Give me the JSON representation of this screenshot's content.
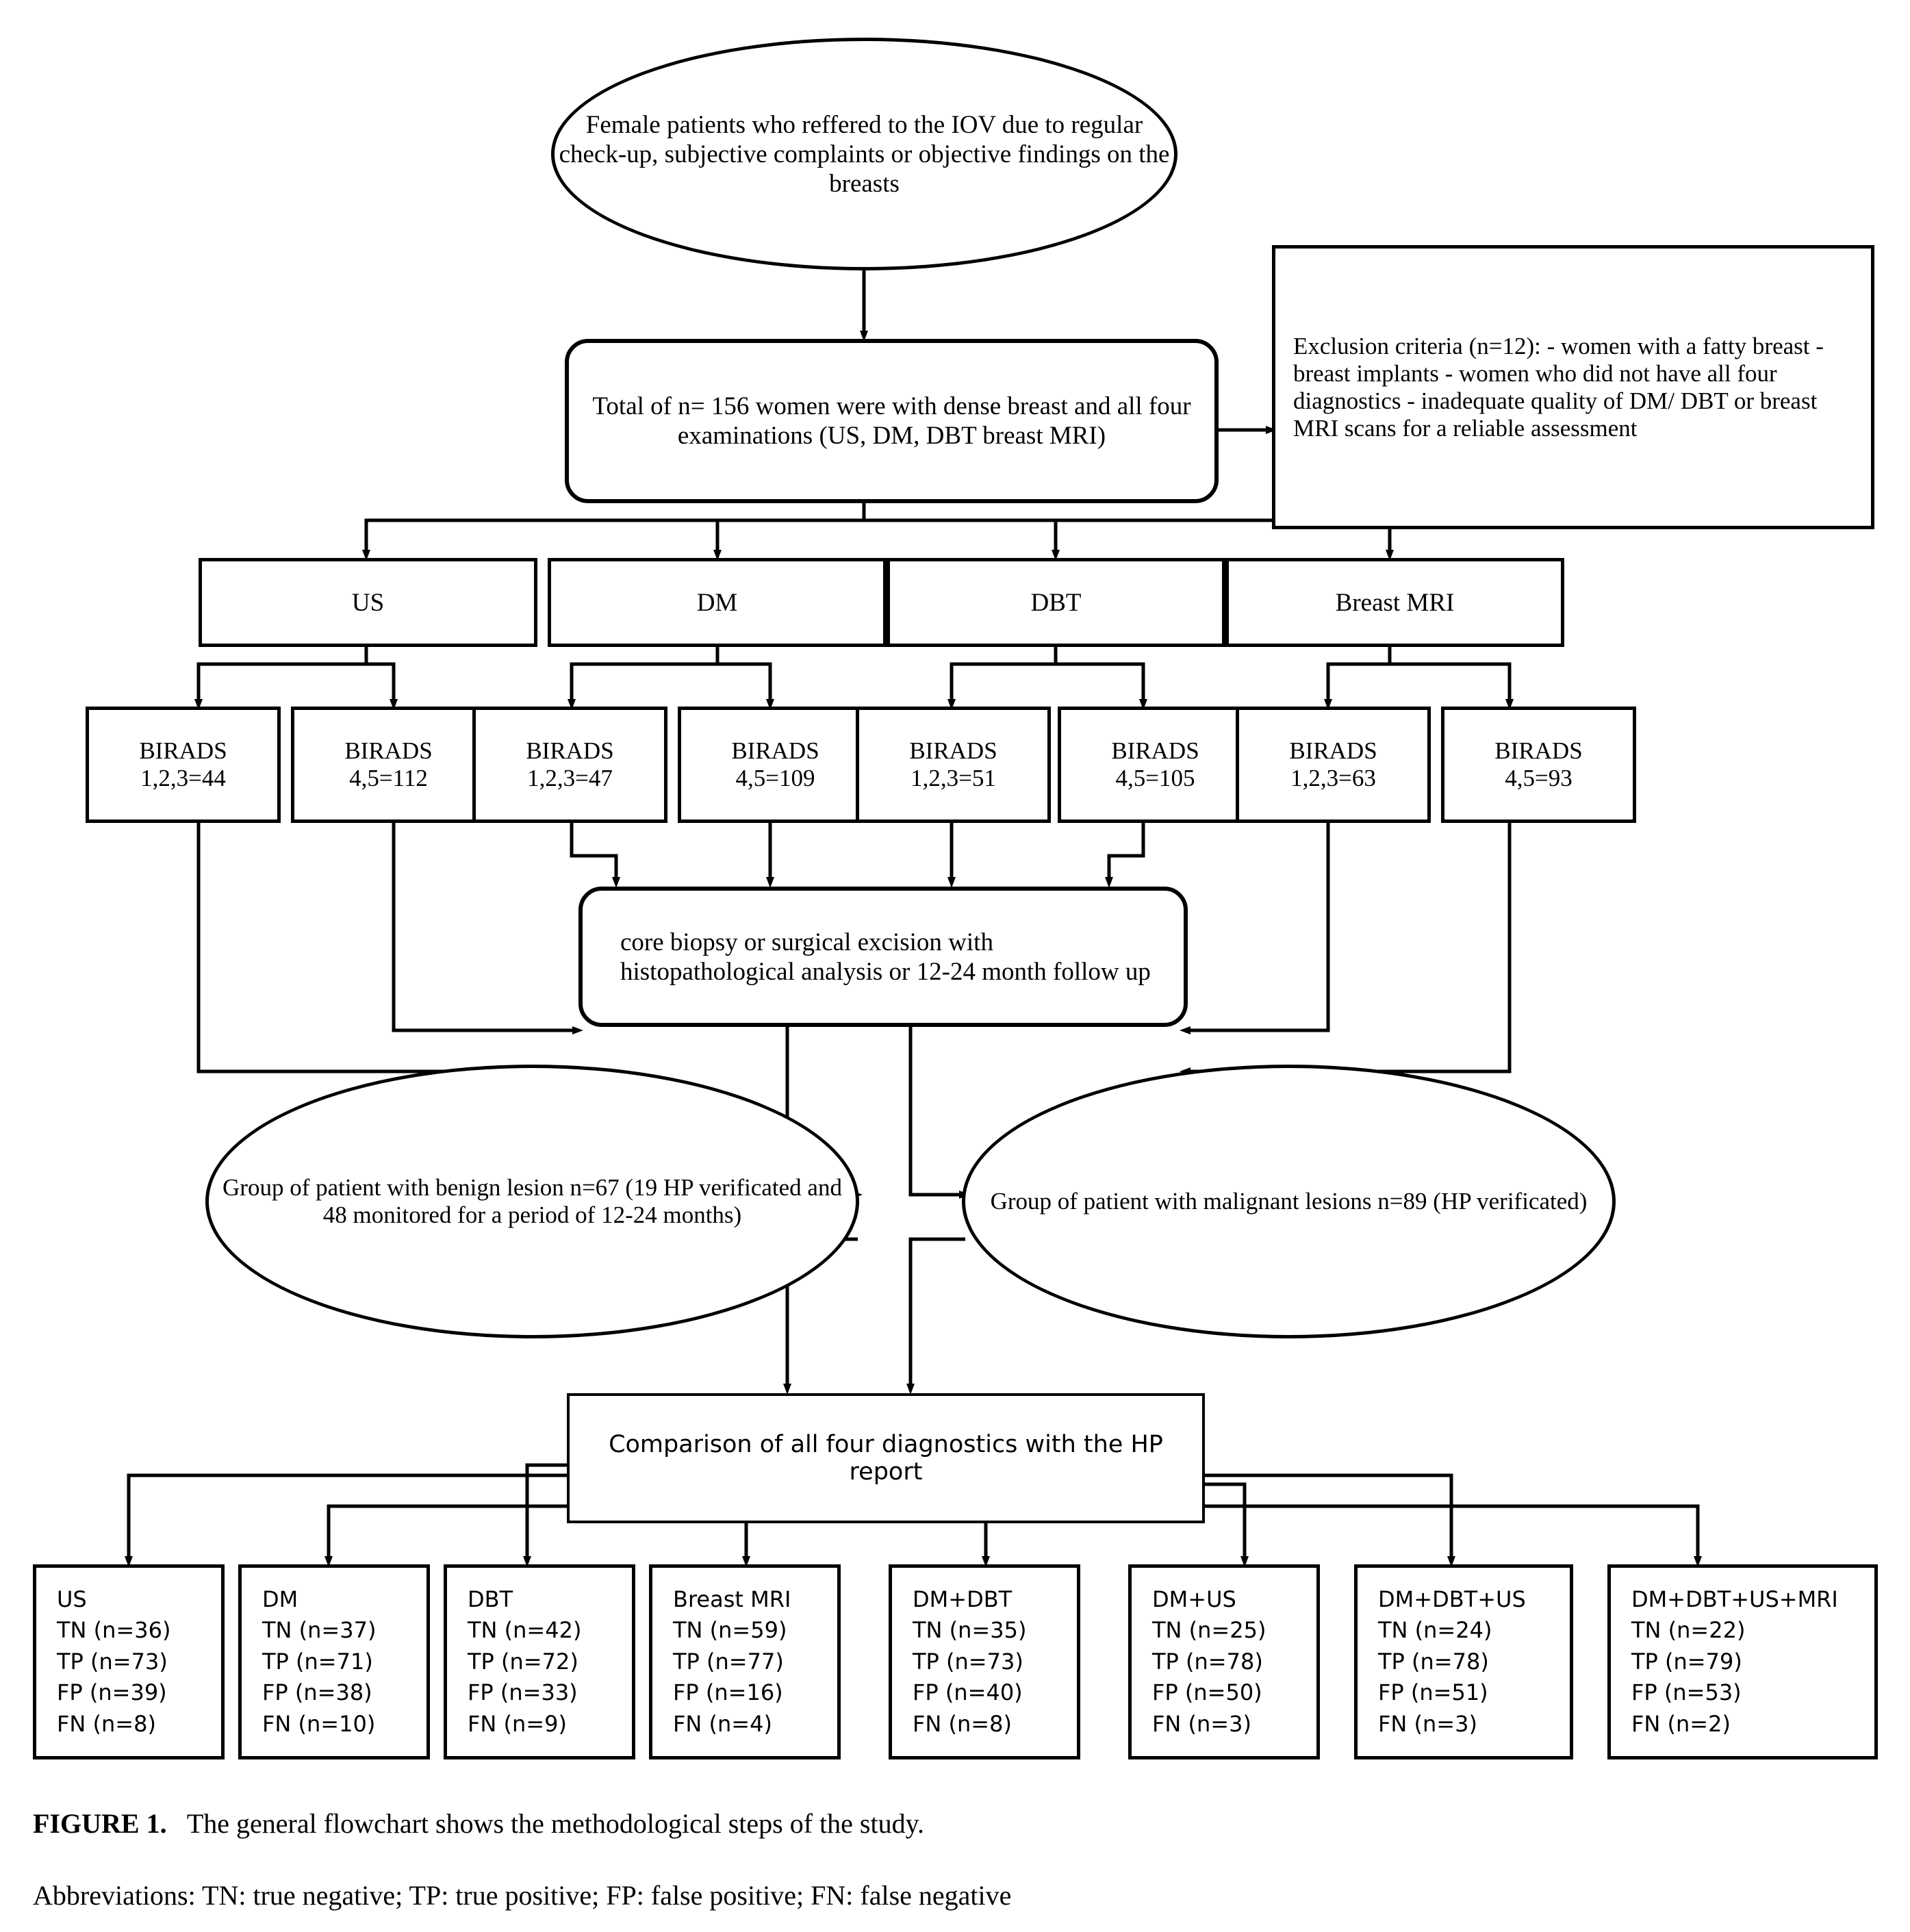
{
  "figure": {
    "caption_label": "FIGURE 1.",
    "caption_text": "The general flowchart shows the methodological steps of the study.",
    "abbreviations": "Abbreviations: TN: true negative; TP: true positive; FP: false positive; FN: false negative"
  },
  "nodes": {
    "source_population": "Female patients who reffered to\nthe IOV due to regular check-up,\nsubjective complaints or objective\nfindings on the breasts",
    "included_total": "Total of n= 156 women were with dense breast and\nall four examinations (US, DM, DBT breast MRI)",
    "exclusion": "Exclusion criteria (n=12):\n- women with a fatty breast\n- breast implants\n- women who did not have all four diagnostics\n- inadequate quality of DM/ DBT or breast MRI\n   scans for a reliable assessment",
    "reference_standard": "core biopsy or surgical excision with\nhistopathological analysis or 12-24\nmonth follow up",
    "benign_group": "Group of patient with benign lesion\nn=67 (19 HP verificated and 48\nmonitored for a period of 12-24\nmonths)",
    "malignant_group": "Group of patient with malignant lesions\nn=89 (HP verificated)",
    "comparison": "Comparison of all four diagnostics with the HP report"
  },
  "modalities": [
    {
      "label": "US"
    },
    {
      "label": "DM"
    },
    {
      "label": "DBT"
    },
    {
      "label": "Breast MRI"
    }
  ],
  "birads": [
    {
      "line1": "BIRADS",
      "line2": "1,2,3=44"
    },
    {
      "line1": "BIRADS",
      "line2": "4,5=112"
    },
    {
      "line1": "BIRADS",
      "line2": "1,2,3=47"
    },
    {
      "line1": "BIRADS",
      "line2": "4,5=109"
    },
    {
      "line1": "BIRADS",
      "line2": "1,2,3=51"
    },
    {
      "line1": "BIRADS",
      "line2": "4,5=105"
    },
    {
      "line1": "BIRADS",
      "line2": "1,2,3=63"
    },
    {
      "line1": "BIRADS",
      "line2": "4,5=93"
    }
  ],
  "results": [
    {
      "title": "US",
      "tn": "TN (n=36)",
      "tp": "TP (n=73)",
      "fp": "FP (n=39)",
      "fn": "FN (n=8)"
    },
    {
      "title": "DM",
      "tn": "TN (n=37)",
      "tp": "TP (n=71)",
      "fp": "FP (n=38)",
      "fn": "FN (n=10)"
    },
    {
      "title": "DBT",
      "tn": "TN (n=42)",
      "tp": "TP (n=72)",
      "fp": "FP (n=33)",
      "fn": "FN (n=9)"
    },
    {
      "title": "Breast MRI",
      "tn": "TN (n=59)",
      "tp": "TP (n=77)",
      "fp": "FP (n=16)",
      "fn": "FN (n=4)"
    },
    {
      "title": "DM+DBT",
      "tn": "TN (n=35)",
      "tp": "TP (n=73)",
      "fp": "FP (n=40)",
      "fn": "FN (n=8)"
    },
    {
      "title": "DM+US",
      "tn": "TN (n=25)",
      "tp": "TP (n=78)",
      "fp": "FP (n=50)",
      "fn": "FN (n=3)"
    },
    {
      "title": "DM+DBT+US",
      "tn": "TN (n=24)",
      "tp": "TP (n=78)",
      "fp": "FP (n=51)",
      "fn": "FN (n=3)"
    },
    {
      "title": "DM+DBT+US+MRI",
      "tn": "TN (n=22)",
      "tp": "TP (n=79)",
      "fp": "FP (n=53)",
      "fn": "FN (n=2)"
    }
  ],
  "chart_data": {
    "type": "table",
    "title": "Diagnostic performance counts by modality (n=156)",
    "categories": [
      "US",
      "DM",
      "DBT",
      "Breast MRI",
      "DM+DBT",
      "DM+US",
      "DM+DBT+US",
      "DM+DBT+US+MRI"
    ],
    "series": [
      {
        "name": "TN",
        "values": [
          36,
          37,
          42,
          59,
          35,
          25,
          24,
          22
        ]
      },
      {
        "name": "TP",
        "values": [
          73,
          71,
          72,
          77,
          73,
          78,
          78,
          79
        ]
      },
      {
        "name": "FP",
        "values": [
          39,
          38,
          33,
          16,
          40,
          50,
          51,
          53
        ]
      },
      {
        "name": "FN",
        "values": [
          8,
          10,
          9,
          4,
          8,
          3,
          3,
          2
        ]
      }
    ],
    "birads_categories": [
      "US 1,2,3",
      "US 4,5",
      "DM 1,2,3",
      "DM 4,5",
      "DBT 1,2,3",
      "DBT 4,5",
      "MRI 1,2,3",
      "MRI 4,5"
    ],
    "birads_values": [
      44,
      112,
      47,
      109,
      51,
      105,
      63,
      93
    ],
    "totals": {
      "enrolled": 156,
      "excluded": 12,
      "benign": 67,
      "benign_hp_verified": 19,
      "benign_monitored": 48,
      "malignant": 89
    }
  },
  "colors": {
    "stroke": "#000000",
    "background": "#ffffff"
  }
}
